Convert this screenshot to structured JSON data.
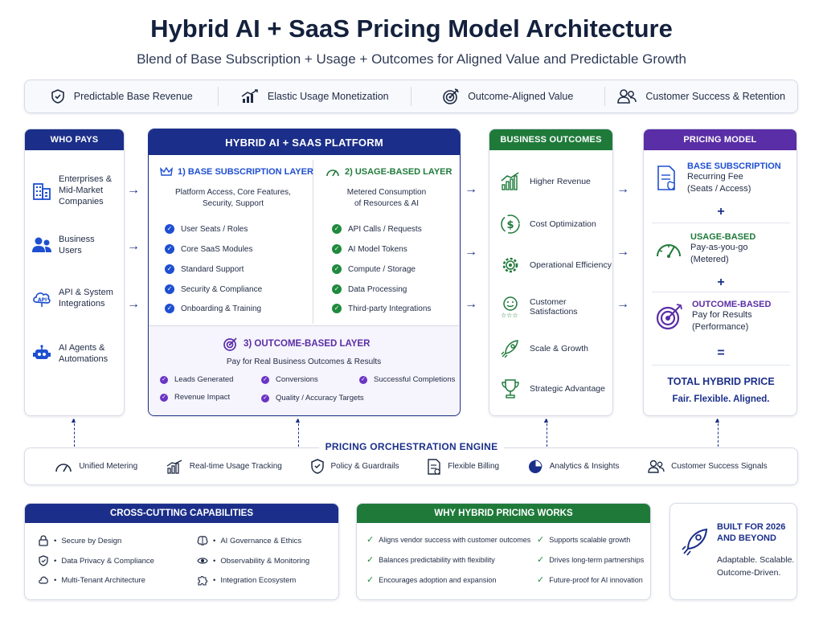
{
  "title": "Hybrid AI + SaaS Pricing Model Architecture",
  "subtitle": "Blend of Base Subscription + Usage + Outcomes for Aligned Value and Predictable Growth",
  "benefits": [
    {
      "label": "Predictable Base Revenue",
      "icon": "shield-check-icon"
    },
    {
      "label": "Elastic Usage Monetization",
      "icon": "growth-chart-icon"
    },
    {
      "label": "Outcome-Aligned Value",
      "icon": "target-icon"
    },
    {
      "label": "Customer Success & Retention",
      "icon": "users-icon"
    }
  ],
  "who_pays": {
    "heading": "WHO PAYS",
    "items": [
      {
        "line1": "Enterprises &",
        "line2": "Mid-Market",
        "line3": "Companies",
        "icon": "building-icon"
      },
      {
        "line1": "Business",
        "line2": "Users",
        "icon": "users-icon"
      },
      {
        "line1": "API & System",
        "line2": "Integrations",
        "icon": "api-cloud-icon"
      },
      {
        "line1": "AI Agents &",
        "line2": "Automations",
        "icon": "robot-icon"
      }
    ]
  },
  "platform": {
    "heading": "HYBRID AI + SAAS PLATFORM",
    "base": {
      "title": "1) BASE SUBSCRIPTION LAYER",
      "desc1": "Platform Access, Core Features,",
      "desc2": "Security, Support",
      "items": [
        "User Seats / Roles",
        "Core SaaS Modules",
        "Standard Support",
        "Security & Compliance",
        "Onboarding & Training"
      ]
    },
    "usage": {
      "title": "2) USAGE-BASED LAYER",
      "desc1": "Metered Consumption",
      "desc2": "of Resources & AI",
      "items": [
        "API Calls / Requests",
        "AI Model Tokens",
        "Compute / Storage",
        "Data Processing",
        "Third-party Integrations"
      ]
    },
    "outcome": {
      "title": "3) OUTCOME-BASED LAYER",
      "desc": "Pay for Real Business Outcomes & Results",
      "items": [
        "Leads Generated",
        "Conversions",
        "Successful Completions",
        "Revenue Impact",
        "Quality / Accuracy Targets"
      ]
    }
  },
  "business_outcomes": {
    "heading": "BUSINESS OUTCOMES",
    "items": [
      {
        "label": "Higher Revenue",
        "icon": "growth-chart-icon"
      },
      {
        "label": "Cost Optimization",
        "icon": "dollar-cycle-icon"
      },
      {
        "label": "Operational Efficiency",
        "icon": "gear-icon"
      },
      {
        "label": "Customer Satisfactions",
        "icon": "smiley-stars-icon"
      },
      {
        "label": "Scale & Growth",
        "icon": "rocket-icon"
      },
      {
        "label": "Strategic Advantage",
        "icon": "trophy-icon"
      }
    ]
  },
  "pricing_model": {
    "heading": "PRICING MODEL",
    "base": {
      "title": "BASE SUBSCRIPTION",
      "line1": "Recurring Fee",
      "line2": "(Seats / Access)"
    },
    "usage": {
      "title": "USAGE-BASED",
      "line1": "Pay-as-you-go",
      "line2": "(Metered)"
    },
    "outcome": {
      "title": "OUTCOME-BASED",
      "line1": "Pay for Results",
      "line2": "(Performance)"
    },
    "plus": "+",
    "equals": "=",
    "total": "TOTAL HYBRID PRICE",
    "tagline": "Fair. Flexible. Aligned."
  },
  "orchestration": {
    "title": "PRICING ORCHESTRATION ENGINE",
    "items": [
      {
        "label": "Unified Metering",
        "icon": "gauge-icon"
      },
      {
        "label": "Real-time Usage Tracking",
        "icon": "growth-chart-icon"
      },
      {
        "label": "Policy & Guardrails",
        "icon": "shield-check-icon"
      },
      {
        "label": "Flexible Billing",
        "icon": "invoice-icon"
      },
      {
        "label": "Analytics & Insights",
        "icon": "pie-chart-icon"
      },
      {
        "label": "Customer Success Signals",
        "icon": "users-icon"
      }
    ]
  },
  "cross_cutting": {
    "heading": "CROSS-CUTTING CAPABILITIES",
    "items": [
      {
        "label": "Secure by Design",
        "icon": "lock-icon"
      },
      {
        "label": "AI Governance & Ethics",
        "icon": "brain-icon"
      },
      {
        "label": "Data Privacy & Compliance",
        "icon": "shield-check-icon"
      },
      {
        "label": "Observability & Monitoring",
        "icon": "eye-icon"
      },
      {
        "label": "Multi-Tenant Architecture",
        "icon": "cloud-icon"
      },
      {
        "label": "Integration Ecosystem",
        "icon": "puzzle-icon"
      }
    ]
  },
  "why_hybrid": {
    "heading": "WHY HYBRID PRICING WORKS",
    "items": [
      "Aligns vendor success with customer outcomes",
      "Supports scalable growth",
      "Balances predictability with flexibility",
      "Drives long-term partnerships",
      "Encourages adoption and expansion",
      "Future-proof for AI innovation"
    ]
  },
  "built_for": {
    "line1": "BUILT FOR 2026",
    "line2": "AND BEYOND",
    "tag1": "Adaptable. Scalable.",
    "tag2": "Outcome-Driven."
  },
  "colors": {
    "navy": "#1b2f8a",
    "green": "#1f7a3a",
    "purple": "#5a2ea6",
    "blue_dot": "#1e4fd1"
  }
}
